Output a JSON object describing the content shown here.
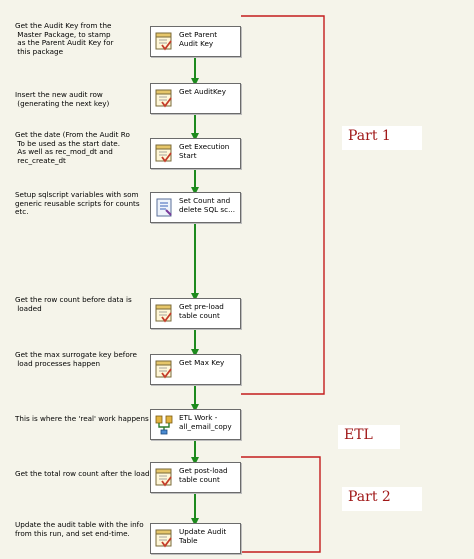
{
  "colors": {
    "arrow": "#1d8a1d",
    "bracket": "#c41d1d",
    "label": "#a01818"
  },
  "labels": {
    "part1": "Part 1",
    "etl": "ETL",
    "part2": "Part 2"
  },
  "tasks": [
    {
      "name": "task-get-parent-audit-key",
      "icon": "sql-task-icon",
      "label": "Get Parent\nAudit Key"
    },
    {
      "name": "task-get-auditkey",
      "icon": "sql-task-icon",
      "label": "Get AuditKey"
    },
    {
      "name": "task-get-execution-start",
      "icon": "sql-task-icon",
      "label": "Get Execution\nStart"
    },
    {
      "name": "task-set-count-delete-sql",
      "icon": "script-task-icon",
      "label": "Set Count and\ndelete SQL sc..."
    },
    {
      "name": "task-get-pre-load-table-count",
      "icon": "sql-task-icon",
      "label": "Get pre-load\ntable count"
    },
    {
      "name": "task-get-max-key",
      "icon": "sql-task-icon",
      "label": "Get Max Key"
    },
    {
      "name": "task-etl-work",
      "icon": "dataflow-task-icon",
      "label": "ETL Work -\nall_email_copy"
    },
    {
      "name": "task-get-post-load-table-count",
      "icon": "sql-task-icon",
      "label": "Get post-load\ntable count"
    },
    {
      "name": "task-update-audit-table",
      "icon": "sql-task-icon",
      "label": "Update Audit\nTable"
    }
  ],
  "notes": [
    {
      "name": "note-parent-audit-key",
      "text": "Get the Audit Key from the\n Master Package, to stamp\n as the Parent Audit Key for\n this package"
    },
    {
      "name": "note-insert-audit-row",
      "text": "Insert the new audit row\n (generating the next key)"
    },
    {
      "name": "note-get-date",
      "text": "Get the date (From the Audit Ro\n To be used as the start date.\n As well as rec_mod_dt and\n rec_create_dt"
    },
    {
      "name": "note-setup-variables",
      "text": "Setup sqlscript variables with som\ngeneric reusable scripts for counts\netc."
    },
    {
      "name": "note-row-count-before",
      "text": "Get the row count before data is\n loaded"
    },
    {
      "name": "note-max-surrogate-key",
      "text": "Get the max surrogate key before\n load processes happen"
    },
    {
      "name": "note-real-work",
      "text": "This is where the 'real' work happens"
    },
    {
      "name": "note-total-row-count",
      "text": "Get the total row count after the load"
    },
    {
      "name": "note-update-audit",
      "text": "Update the audit table with the info\nfrom this run, and set end-time."
    }
  ]
}
